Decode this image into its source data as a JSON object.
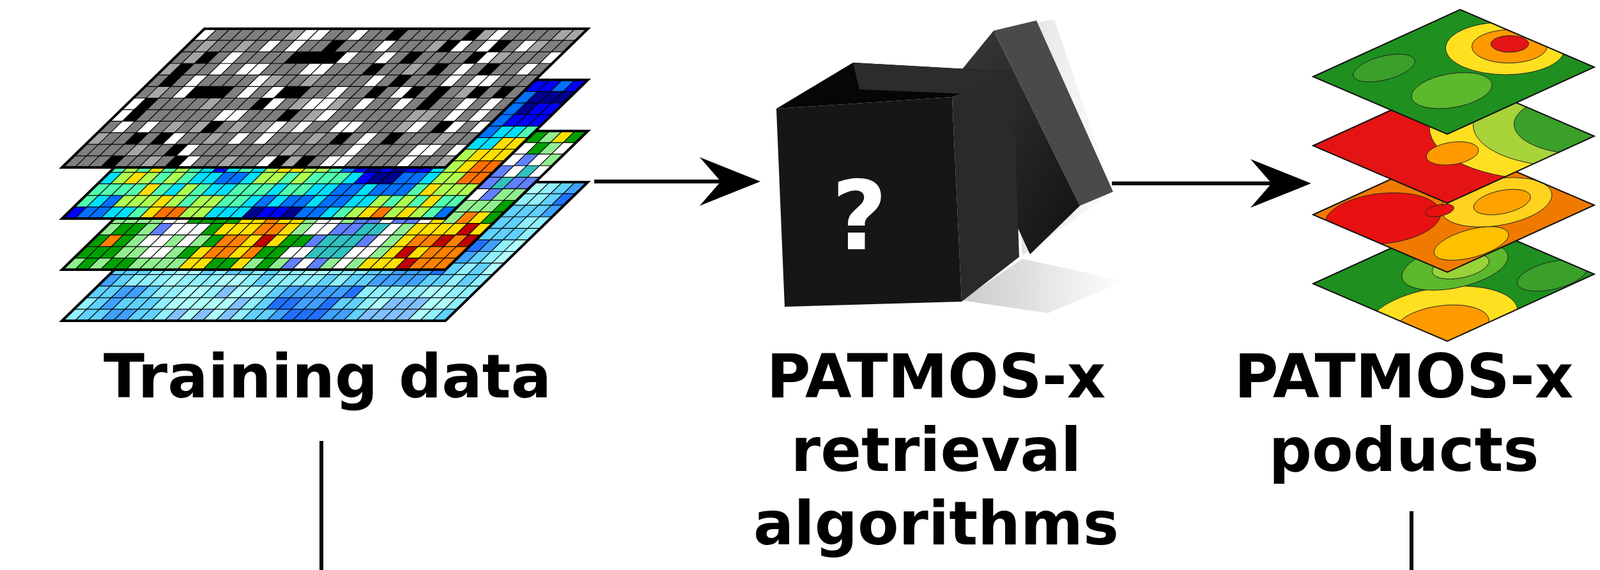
{
  "diagram": {
    "nodes": [
      {
        "text": [
          "Training data"
        ]
      },
      {
        "text": [
          "PATMOS-x retrieval algorithms"
        ]
      },
      {
        "text": [
          "PATMOS-x poducts"
        ]
      }
    ],
    "edges": [
      {
        "from": 0,
        "to": 1,
        "arrow": "to"
      },
      {
        "from": 1,
        "to": 2,
        "arrow": "to"
      }
    ],
    "labels": [
      "?"
    ]
  }
}
